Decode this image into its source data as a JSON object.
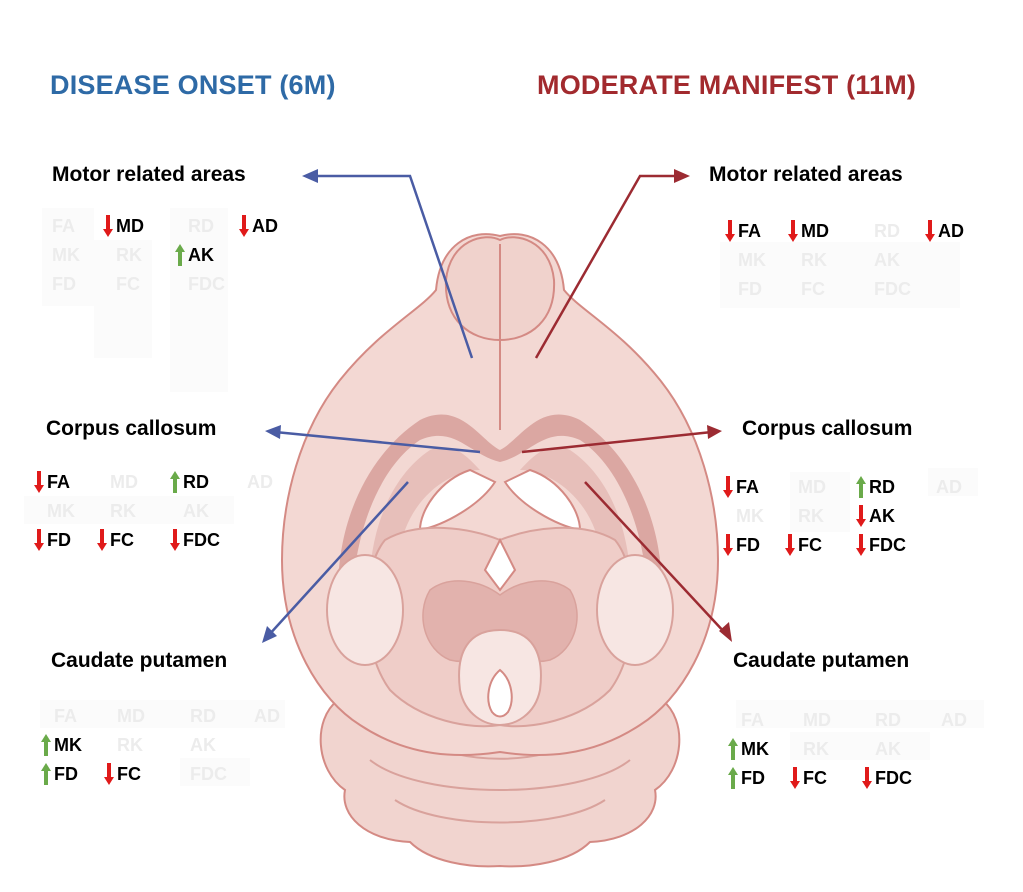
{
  "headings": {
    "left": "DISEASE ONSET (6M)",
    "right": "MODERATE MANIFEST (11M)"
  },
  "colors": {
    "left_heading": "#2e6aa6",
    "right_heading": "#a22a2e",
    "left_arrow": "#4a5ca4",
    "right_arrow": "#9c2b32",
    "up_arrow": "#6aaa4a",
    "down_arrow": "#e01a1a",
    "brain_fill": "#f3d8d3",
    "brain_outline": "#d48a84",
    "brain_dark": "#dba7a2"
  },
  "panels": [
    {
      "side": "left",
      "region": "Motor related areas",
      "metrics": [
        {
          "label": "FA",
          "change": "none"
        },
        {
          "label": "MD",
          "change": "down"
        },
        {
          "label": "RD",
          "change": "none"
        },
        {
          "label": "AD",
          "change": "down"
        },
        {
          "label": "MK",
          "change": "none"
        },
        {
          "label": "RK",
          "change": "none"
        },
        {
          "label": "AK",
          "change": "up"
        },
        {
          "label": "FD",
          "change": "none"
        },
        {
          "label": "FC",
          "change": "none"
        },
        {
          "label": "FDC",
          "change": "none"
        }
      ]
    },
    {
      "side": "right",
      "region": "Motor related areas",
      "metrics": [
        {
          "label": "FA",
          "change": "down"
        },
        {
          "label": "MD",
          "change": "down"
        },
        {
          "label": "RD",
          "change": "none"
        },
        {
          "label": "AD",
          "change": "down"
        },
        {
          "label": "MK",
          "change": "none"
        },
        {
          "label": "RK",
          "change": "none"
        },
        {
          "label": "AK",
          "change": "none"
        },
        {
          "label": "FD",
          "change": "none"
        },
        {
          "label": "FC",
          "change": "none"
        },
        {
          "label": "FDC",
          "change": "none"
        }
      ]
    },
    {
      "side": "left",
      "region": "Corpus callosum",
      "metrics": [
        {
          "label": "FA",
          "change": "down"
        },
        {
          "label": "MD",
          "change": "none"
        },
        {
          "label": "RD",
          "change": "up"
        },
        {
          "label": "AD",
          "change": "none"
        },
        {
          "label": "MK",
          "change": "none"
        },
        {
          "label": "RK",
          "change": "none"
        },
        {
          "label": "AK",
          "change": "none"
        },
        {
          "label": "FD",
          "change": "down"
        },
        {
          "label": "FC",
          "change": "down"
        },
        {
          "label": "FDC",
          "change": "down"
        }
      ]
    },
    {
      "side": "right",
      "region": "Corpus callosum",
      "metrics": [
        {
          "label": "FA",
          "change": "down"
        },
        {
          "label": "MD",
          "change": "none"
        },
        {
          "label": "RD",
          "change": "up"
        },
        {
          "label": "AD",
          "change": "none"
        },
        {
          "label": "MK",
          "change": "none"
        },
        {
          "label": "RK",
          "change": "none"
        },
        {
          "label": "AK",
          "change": "down"
        },
        {
          "label": "FD",
          "change": "down"
        },
        {
          "label": "FC",
          "change": "down"
        },
        {
          "label": "FDC",
          "change": "down"
        }
      ]
    },
    {
      "side": "left",
      "region": "Caudate putamen",
      "metrics": [
        {
          "label": "FA",
          "change": "none"
        },
        {
          "label": "MD",
          "change": "none"
        },
        {
          "label": "RD",
          "change": "none"
        },
        {
          "label": "AD",
          "change": "none"
        },
        {
          "label": "MK",
          "change": "up"
        },
        {
          "label": "RK",
          "change": "none"
        },
        {
          "label": "AK",
          "change": "none"
        },
        {
          "label": "FD",
          "change": "up"
        },
        {
          "label": "FC",
          "change": "down"
        },
        {
          "label": "FDC",
          "change": "none"
        }
      ]
    },
    {
      "side": "right",
      "region": "Caudate putamen",
      "metrics": [
        {
          "label": "FA",
          "change": "none"
        },
        {
          "label": "MD",
          "change": "none"
        },
        {
          "label": "RD",
          "change": "none"
        },
        {
          "label": "AD",
          "change": "none"
        },
        {
          "label": "MK",
          "change": "up"
        },
        {
          "label": "RK",
          "change": "none"
        },
        {
          "label": "AK",
          "change": "none"
        },
        {
          "label": "FD",
          "change": "up"
        },
        {
          "label": "FC",
          "change": "down"
        },
        {
          "label": "FDC",
          "change": "down"
        }
      ]
    }
  ]
}
